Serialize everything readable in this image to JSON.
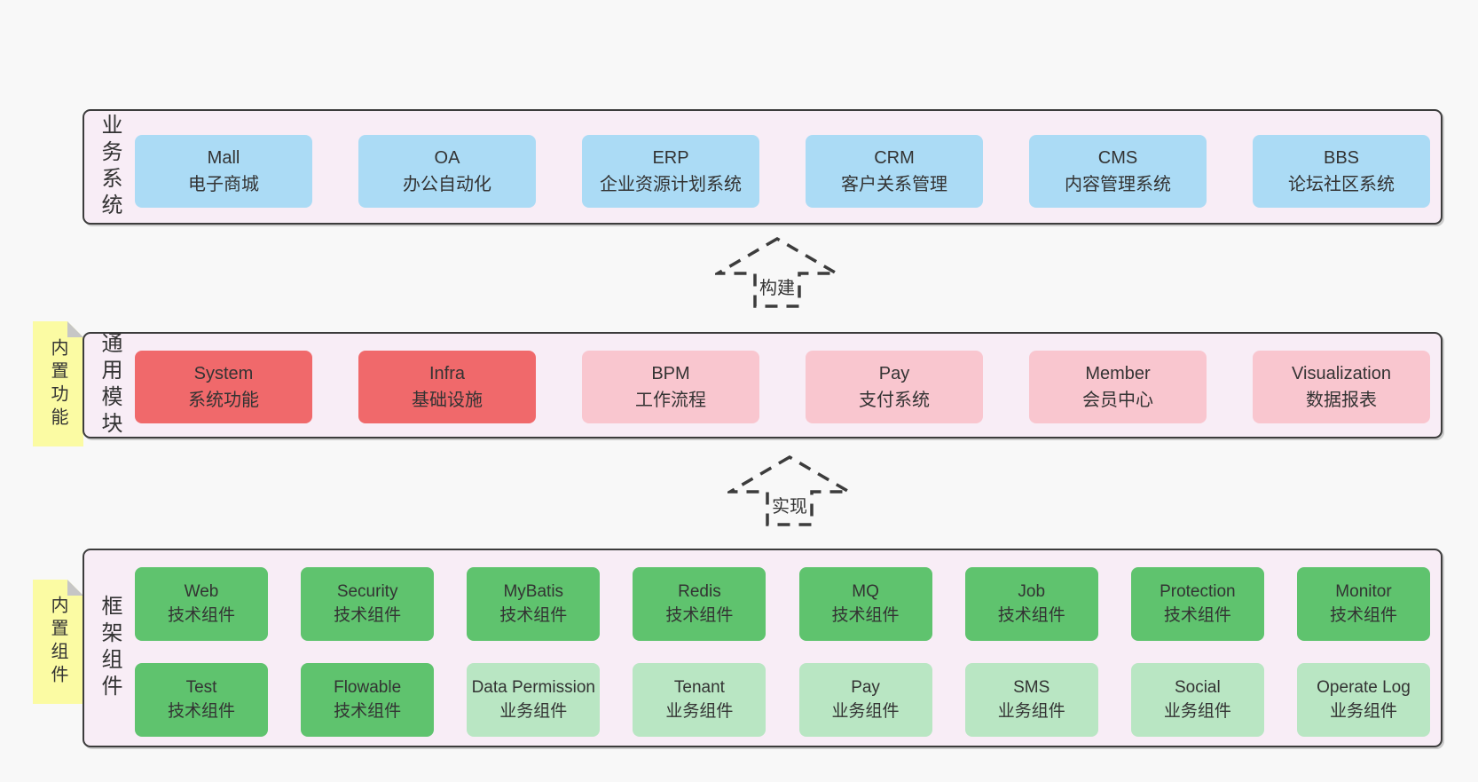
{
  "colors": {
    "blue": "#abdbf5",
    "red": "#f0696b",
    "pink": "#f9c6cf",
    "green": "#5fc36e",
    "light_green": "#b9e6c3",
    "sticky_yellow": "#fbfba3",
    "band_background": "#f8edf6",
    "band_border": "#3c3c3c",
    "page_background": "#f8f8f8",
    "text": "#333333"
  },
  "arrows": [
    {
      "label": "构建"
    },
    {
      "label": "实现"
    }
  ],
  "bands": [
    {
      "label": "业务系统",
      "boxes": [
        {
          "title": "Mall",
          "subtitle": "电子商城",
          "color": "blue"
        },
        {
          "title": "OA",
          "subtitle": "办公自动化",
          "color": "blue"
        },
        {
          "title": "ERP",
          "subtitle": "企业资源计划系统",
          "color": "blue"
        },
        {
          "title": "CRM",
          "subtitle": "客户关系管理",
          "color": "blue"
        },
        {
          "title": "CMS",
          "subtitle": "内容管理系统",
          "color": "blue"
        },
        {
          "title": "BBS",
          "subtitle": "论坛社区系统",
          "color": "blue"
        }
      ]
    },
    {
      "label": "通用模块",
      "sticky": {
        "label": "内置功能"
      },
      "boxes": [
        {
          "title": "System",
          "subtitle": "系统功能",
          "color": "red"
        },
        {
          "title": "Infra",
          "subtitle": "基础设施",
          "color": "red"
        },
        {
          "title": "BPM",
          "subtitle": "工作流程",
          "color": "pink"
        },
        {
          "title": "Pay",
          "subtitle": "支付系统",
          "color": "pink"
        },
        {
          "title": "Member",
          "subtitle": "会员中心",
          "color": "pink"
        },
        {
          "title": "Visualization",
          "subtitle": "数据报表",
          "color": "pink"
        }
      ]
    },
    {
      "label": "框架组件",
      "sticky": {
        "label": "内置组件"
      },
      "rows": [
        [
          {
            "title": "Web",
            "subtitle": "技术组件",
            "color": "green"
          },
          {
            "title": "Security",
            "subtitle": "技术组件",
            "color": "green"
          },
          {
            "title": "MyBatis",
            "subtitle": "技术组件",
            "color": "green"
          },
          {
            "title": "Redis",
            "subtitle": "技术组件",
            "color": "green"
          },
          {
            "title": "MQ",
            "subtitle": "技术组件",
            "color": "green"
          },
          {
            "title": "Job",
            "subtitle": "技术组件",
            "color": "green"
          },
          {
            "title": "Protection",
            "subtitle": "技术组件",
            "color": "green"
          },
          {
            "title": "Monitor",
            "subtitle": "技术组件",
            "color": "green"
          }
        ],
        [
          {
            "title": "Test",
            "subtitle": "技术组件",
            "color": "green"
          },
          {
            "title": "Flowable",
            "subtitle": "技术组件",
            "color": "green"
          },
          {
            "title": "Data Permission",
            "subtitle": "业务组件",
            "color": "light_green"
          },
          {
            "title": "Tenant",
            "subtitle": "业务组件",
            "color": "light_green"
          },
          {
            "title": "Pay",
            "subtitle": "业务组件",
            "color": "light_green"
          },
          {
            "title": "SMS",
            "subtitle": "业务组件",
            "color": "light_green"
          },
          {
            "title": "Social",
            "subtitle": "业务组件",
            "color": "light_green"
          },
          {
            "title": "Operate Log",
            "subtitle": "业务组件",
            "color": "light_green"
          }
        ]
      ]
    }
  ]
}
